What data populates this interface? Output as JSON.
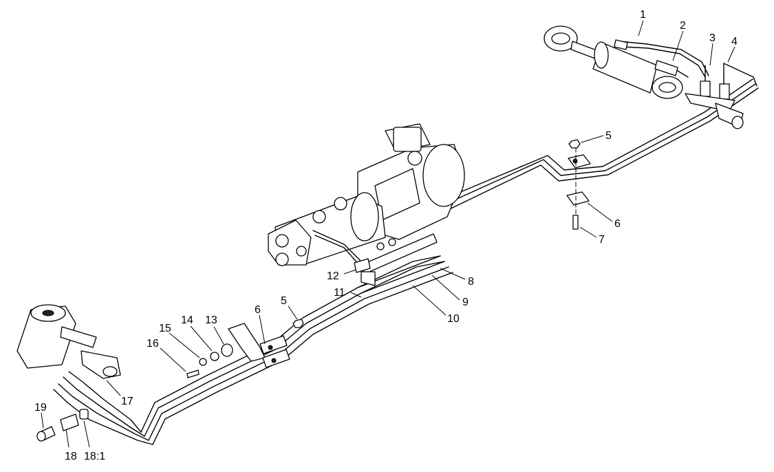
{
  "callouts": [
    {
      "id": "c1",
      "label": "1"
    },
    {
      "id": "c2",
      "label": "2"
    },
    {
      "id": "c3",
      "label": "3"
    },
    {
      "id": "c4",
      "label": "4"
    },
    {
      "id": "c5a",
      "label": "5"
    },
    {
      "id": "c6a",
      "label": "6"
    },
    {
      "id": "c7",
      "label": "7"
    },
    {
      "id": "c8",
      "label": "8"
    },
    {
      "id": "c9",
      "label": "9"
    },
    {
      "id": "c10",
      "label": "10"
    },
    {
      "id": "c11",
      "label": "11"
    },
    {
      "id": "c12",
      "label": "12"
    },
    {
      "id": "c5b",
      "label": "5"
    },
    {
      "id": "c6b",
      "label": "6"
    },
    {
      "id": "c13",
      "label": "13"
    },
    {
      "id": "c14",
      "label": "14"
    },
    {
      "id": "c15",
      "label": "15"
    },
    {
      "id": "c16",
      "label": "16"
    },
    {
      "id": "c17",
      "label": "17"
    },
    {
      "id": "c19",
      "label": "19"
    },
    {
      "id": "c18",
      "label": "18"
    },
    {
      "id": "c181",
      "label": "18:1"
    }
  ]
}
